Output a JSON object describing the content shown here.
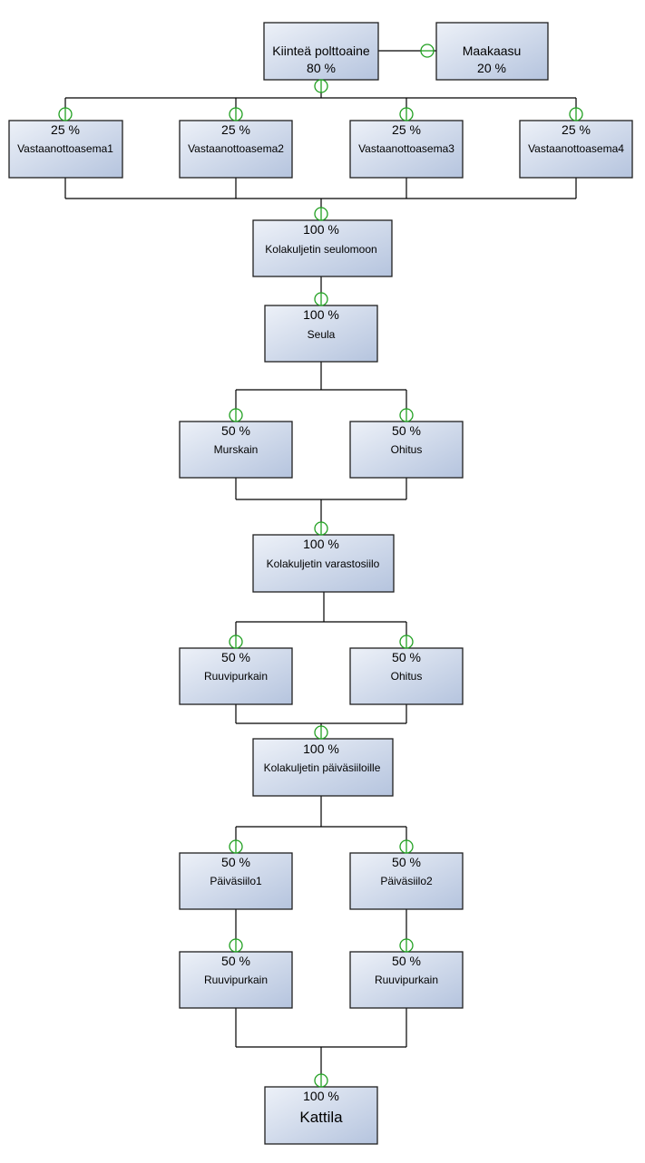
{
  "nodes": [
    {
      "id": "kiintea",
      "percent": "80 %",
      "label": "Kiinteä polttoaine"
    },
    {
      "id": "maakaasu",
      "percent": "20 %",
      "label": "Maakaasu"
    },
    {
      "id": "va1",
      "percent": "25 %",
      "label": "Vastaanottoasema1"
    },
    {
      "id": "va2",
      "percent": "25 %",
      "label": "Vastaanottoasema2"
    },
    {
      "id": "va3",
      "percent": "25 %",
      "label": "Vastaanottoasema3"
    },
    {
      "id": "va4",
      "percent": "25 %",
      "label": "Vastaanottoasema4"
    },
    {
      "id": "kol1",
      "percent": "100 %",
      "label": "Kolakuljetin seulomoon"
    },
    {
      "id": "seula",
      "percent": "100 %",
      "label": "Seula"
    },
    {
      "id": "murskain",
      "percent": "50 %",
      "label": "Murskain"
    },
    {
      "id": "ohitus1",
      "percent": "50 %",
      "label": "Ohitus"
    },
    {
      "id": "kol2",
      "percent": "100 %",
      "label": "Kolakuljetin varastosiilo"
    },
    {
      "id": "ruuvi1",
      "percent": "50 %",
      "label": "Ruuvipurkain"
    },
    {
      "id": "ohitus2",
      "percent": "50 %",
      "label": "Ohitus"
    },
    {
      "id": "kol3",
      "percent": "100 %",
      "label": "Kolakuljetin päiväsiiloille"
    },
    {
      "id": "paiva1",
      "percent": "50 %",
      "label": "Päiväsiilo1"
    },
    {
      "id": "paiva2",
      "percent": "50 %",
      "label": "Päiväsiilo2"
    },
    {
      "id": "ruuvi2",
      "percent": "50 %",
      "label": "Ruuvipurkain"
    },
    {
      "id": "ruuvi3",
      "percent": "50 %",
      "label": "Ruuvipurkain"
    },
    {
      "id": "kattila",
      "percent": "100 %",
      "label": "Kattila"
    }
  ],
  "colors": {
    "box_fill_light": "#edf1f8",
    "box_fill_dark": "#b5c4de",
    "box_border": "#1f1f1f",
    "connector": "#000000",
    "port": "#22a022"
  }
}
